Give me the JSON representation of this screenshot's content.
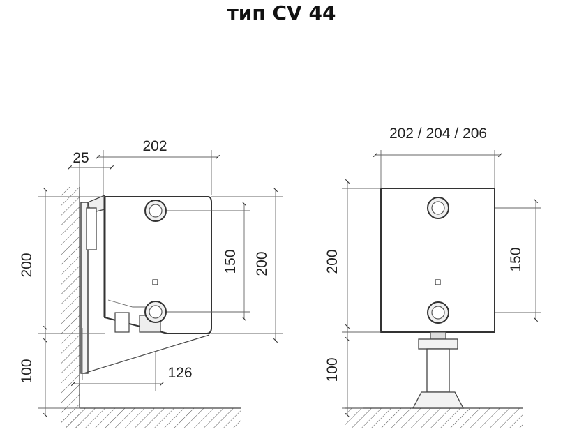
{
  "title": "тип CV 44",
  "side_view": {
    "dim_wall_gap": "25",
    "dim_depth": "202",
    "dim_height_left": "200",
    "dim_floor_left": "100",
    "dim_connection": "150",
    "dim_height_right": "200",
    "dim_bracket": "126"
  },
  "front_view": {
    "dim_depth_options": "202 / 204 / 206",
    "dim_height": "200",
    "dim_floor": "100",
    "dim_connection": "150"
  }
}
